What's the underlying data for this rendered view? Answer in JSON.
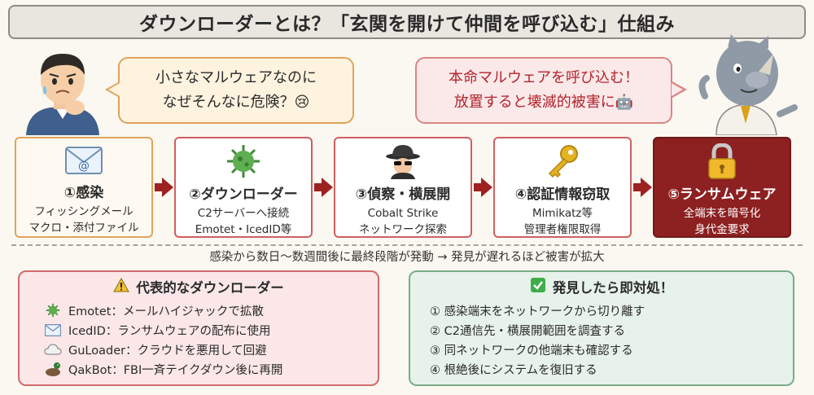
{
  "title": "ダウンローダーとは？「玄関を開けて仲間を呼び込む」仕組み",
  "bubble_left": {
    "line1": "小さなマルウェアなのに",
    "line2": "なぜそんなに危険？😢"
  },
  "bubble_right": {
    "line1": "本命マルウェアを呼び込む！",
    "line2": "放置すると壊滅的被害に🤖"
  },
  "steps": [
    {
      "title": "①感染",
      "desc1": "フィッシングメール",
      "desc2": "マクロ・添付ファイル",
      "icon": "envelope-icon"
    },
    {
      "title": "②ダウンローダー",
      "desc1": "C2サーバーへ接続",
      "desc2": "Emotet・IcedID等",
      "icon": "virus-icon"
    },
    {
      "title": "③偵察・横展開",
      "desc1": "Cobalt Strike",
      "desc2": "ネットワーク探索",
      "icon": "spy-icon"
    },
    {
      "title": "④認証情報窃取",
      "desc1": "Mimikatz等",
      "desc2": "管理者権限取得",
      "icon": "key-icon"
    },
    {
      "title": "⑤ランサムウェア",
      "desc1": "全端末を暗号化",
      "desc2": "身代金要求",
      "icon": "lock-icon"
    }
  ],
  "timeline": "感染から数日〜数週間後に最終段階が発動 → 発見が遅れるほど被害が拡大",
  "left_panel": {
    "heading": "代表的なダウンローダー",
    "items": [
      {
        "label": "Emotet：メールハイジャックで拡散",
        "icon": "virus-icon"
      },
      {
        "label": "IcedID：ランサムウェアの配布に使用",
        "icon": "envelope-icon"
      },
      {
        "label": "GuLoader：クラウドを悪用して回避",
        "icon": "cloud-icon"
      },
      {
        "label": "QakBot：FBI一斉テイクダウン後に再開",
        "icon": "duck-icon"
      }
    ]
  },
  "right_panel": {
    "heading": "発見したら即対処！",
    "items": [
      {
        "label": "① 感染端末をネットワークから切り離す"
      },
      {
        "label": "② C2通信先・横展開範囲を調査する"
      },
      {
        "label": "③ 同ネットワークの他端末も確認する"
      },
      {
        "label": "④ 根絶後にシステムを復旧する"
      }
    ]
  },
  "colors": {
    "accent_red": "#9e2121",
    "warning_orange": "#e0a35c",
    "ok_green": "#79ac88"
  }
}
